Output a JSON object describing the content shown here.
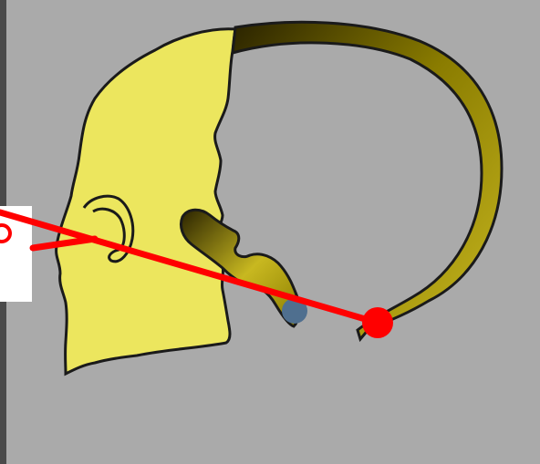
{
  "colors": {
    "background": "#aaaaaa",
    "left_strip": "#4a4a4a",
    "face_fill": "#ece65e",
    "outline": "#1a1a1a",
    "arc_dark": "#2a2300",
    "arc_mid": "#8a7c00",
    "arc_light": "#c8b820",
    "pointer_line": "#ff0000",
    "joint_dot": "#4f6f8f",
    "label_box": "#ffffff"
  },
  "elements": {
    "face": "yellow-face-profile",
    "ear": "ear-outline",
    "jaw_piece": "gradient-jaw-piece",
    "arc": "gradient-arc-band",
    "joint": "blue-joint-dot",
    "pointer": "red-pointer-line",
    "label_box": "clipped-label-box"
  }
}
